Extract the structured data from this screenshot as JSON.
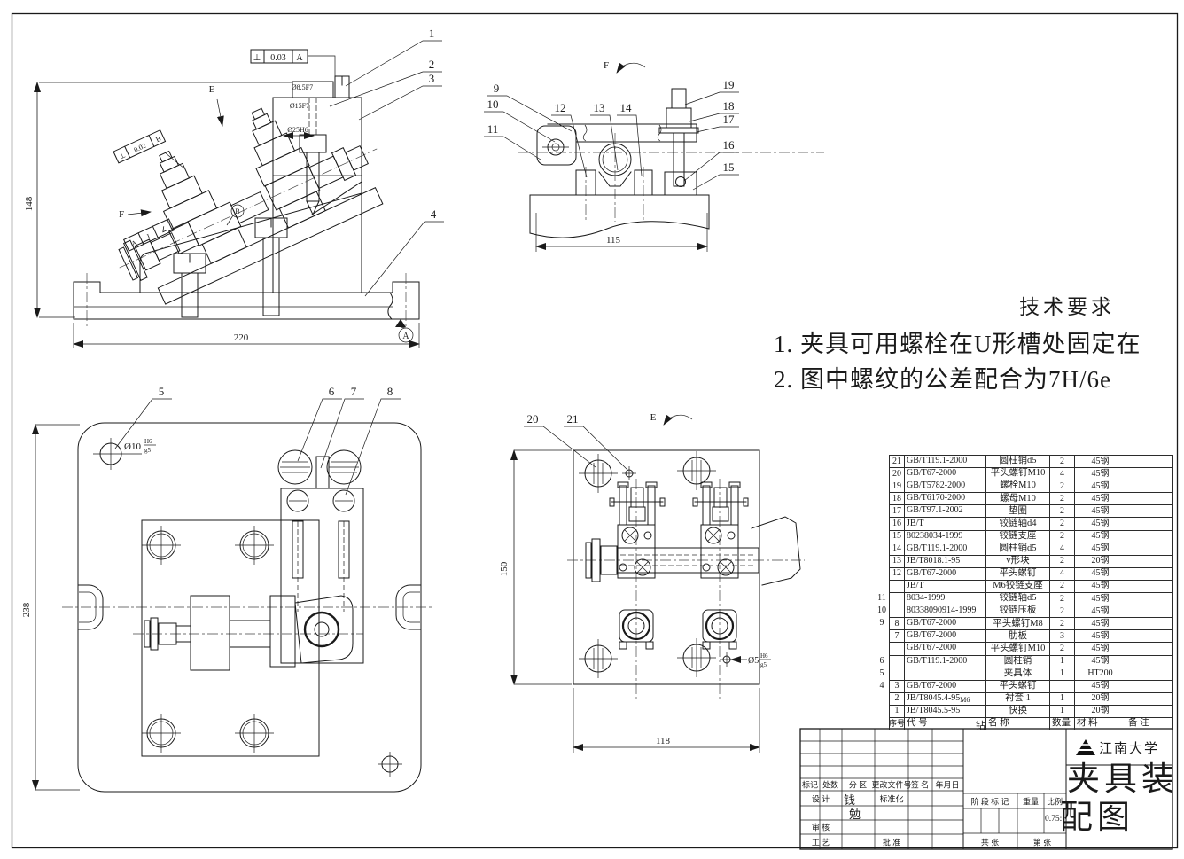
{
  "tech": {
    "title": "技术要求",
    "line1": "1. 夹具可用螺栓在U形槽处固定在",
    "line2": "2. 图中螺纹的公差配合为7H/6e"
  },
  "views": {
    "front": {
      "e": "E",
      "f": "F",
      "datum_a": "A",
      "datum_b": "B",
      "dim_h": "148",
      "dim_w": "220",
      "tol1_sym": "⊥",
      "tol1_val": "0.03",
      "tol1_ref": "A",
      "tol2_sym": "⊥",
      "tol2_val": "0.02",
      "tol2_ref": "B",
      "tol3_a": "A",
      "tol3_b": "I",
      "tol3_c": "∠",
      "d1": "Ø8.5F7",
      "d2": "Ø15F7",
      "d3": "Ø25H6",
      "c1": "1",
      "c2": "2",
      "c3": "3",
      "c4": "4"
    },
    "section": {
      "f": "F",
      "dim_w": "115",
      "c9": "9",
      "c10": "10",
      "c11": "11",
      "c12": "12",
      "c13": "13",
      "c14": "14",
      "c15": "15",
      "c16": "16",
      "c17": "17",
      "c18": "18",
      "c19": "19"
    },
    "top": {
      "dim_h": "238",
      "fit": "Ø10",
      "fit_u": "H6",
      "fit_l": "g5",
      "c5": "5",
      "c6": "6",
      "c7": "7",
      "c8": "8"
    },
    "e": {
      "e": "E",
      "dim_h": "150",
      "dim_w": "118",
      "fit": "Ø5",
      "fit_u": "H6",
      "fit_l": "g5",
      "c20": "20",
      "c21": "21"
    }
  },
  "bom": {
    "headers": [
      "序号",
      "代 号",
      "名 称",
      "数量",
      "材 料",
      "备 注"
    ],
    "artifact": "钻",
    "rows": [
      {
        "no": "21",
        "code": "GB/T119.1-2000",
        "name": "圆柱销d5",
        "qty": "2",
        "mat": "45钢",
        "rem": ""
      },
      {
        "no": "20",
        "code": "GB/T67-2000",
        "name": "平头螺钉M10",
        "qty": "4",
        "mat": "45钢",
        "rem": ""
      },
      {
        "no": "19",
        "code": "GB/T5782-2000",
        "name": "螺栓M10",
        "qty": "2",
        "mat": "45钢",
        "rem": ""
      },
      {
        "no": "18",
        "code": "GB/T6170-2000",
        "name": "螺母M10",
        "qty": "2",
        "mat": "45钢",
        "rem": ""
      },
      {
        "no": "17",
        "code": "GB/T97.1-2002",
        "name": "垫圈",
        "qty": "2",
        "mat": "45钢",
        "rem": ""
      },
      {
        "no": "16",
        "code": "JB/T",
        "name": "铰链轴d4",
        "qty": "2",
        "mat": "45钢",
        "rem": ""
      },
      {
        "no": "15",
        "code": "80238034-1999",
        "name": "铰链支座",
        "qty": "2",
        "mat": "45钢",
        "rem": ""
      },
      {
        "no": "14",
        "code": "GB/T119.1-2000",
        "name": "圆柱销d5",
        "qty": "4",
        "mat": "45钢",
        "rem": ""
      },
      {
        "no": "13",
        "code": "JB/T8018.1-95",
        "name": "v形块",
        "qty": "2",
        "mat": "20钢",
        "rem": ""
      },
      {
        "no": "12",
        "code": "GB/T67-2000",
        "name": "平头螺钉",
        "qty": "4",
        "mat": "45钢",
        "rem": ""
      },
      {
        "no": "",
        "code": "JB/T",
        "name": "M6铰链支座",
        "qty": "2",
        "mat": "45钢",
        "rem": ""
      },
      {
        "no": "",
        "no_out": "11",
        "code": "8034-1999",
        "name": "铰链轴d5",
        "qty": "2",
        "mat": "45钢",
        "rem": ""
      },
      {
        "no": "",
        "no_out": "10",
        "code": "80338090914-1999",
        "name": "铰链压板",
        "qty": "2",
        "mat": "45钢",
        "rem": ""
      },
      {
        "no": "8",
        "no_out": "9",
        "code": "GB/T67-2000",
        "name": "平头螺钉M8",
        "qty": "2",
        "mat": "45钢",
        "rem": ""
      },
      {
        "no": "7",
        "code": "GB/T67-2000",
        "name": "肋板",
        "qty": "3",
        "mat": "45钢",
        "rem": ""
      },
      {
        "no": "",
        "code": "GB/T67-2000",
        "name": "平头螺钉M10",
        "qty": "2",
        "mat": "45钢",
        "rem": ""
      },
      {
        "no": "",
        "no_out": "6",
        "code": "GB/T119.1-2000",
        "name": "圆柱销",
        "qty": "1",
        "mat": "45钢",
        "rem": ""
      },
      {
        "no": "",
        "no_out": "5",
        "code": "",
        "name": "夹具体",
        "qty": "1",
        "mat": "HT200",
        "rem": ""
      },
      {
        "no": "3",
        "no_out": "4",
        "code": "GB/T67-2000",
        "name": "平头螺钉",
        "qty": "",
        "mat": "45钢",
        "rem": ""
      },
      {
        "no": "2",
        "code": "JB/T8045.4-95",
        "code_sub": "M6",
        "name": "衬套 1",
        "qty": "1",
        "mat": "20钢",
        "rem": ""
      },
      {
        "no": "1",
        "code": "JB/T8045.5-95",
        "name": "快换",
        "qty": "1",
        "mat": "20钢",
        "rem": ""
      }
    ]
  },
  "title_block": {
    "university": "江南大学",
    "title_line1": "夹具装",
    "title_line2": "配图",
    "rev_cols": [
      "标记",
      "处数",
      "分 区",
      "更改文件号",
      "签 名",
      "年月日"
    ],
    "design_label": "设 计",
    "designer_1": "钱",
    "designer_2": "勉",
    "standardize_label": "标准化",
    "audit_label": "审 核",
    "process_label": "工 艺",
    "approve_label": "批 准",
    "stage_label": "阶 段 标 记",
    "weight_label": "重量",
    "scale_label": "比例",
    "scale_value": "0.75:",
    "sheets_total": "共    张",
    "sheet_no": "第    张"
  }
}
